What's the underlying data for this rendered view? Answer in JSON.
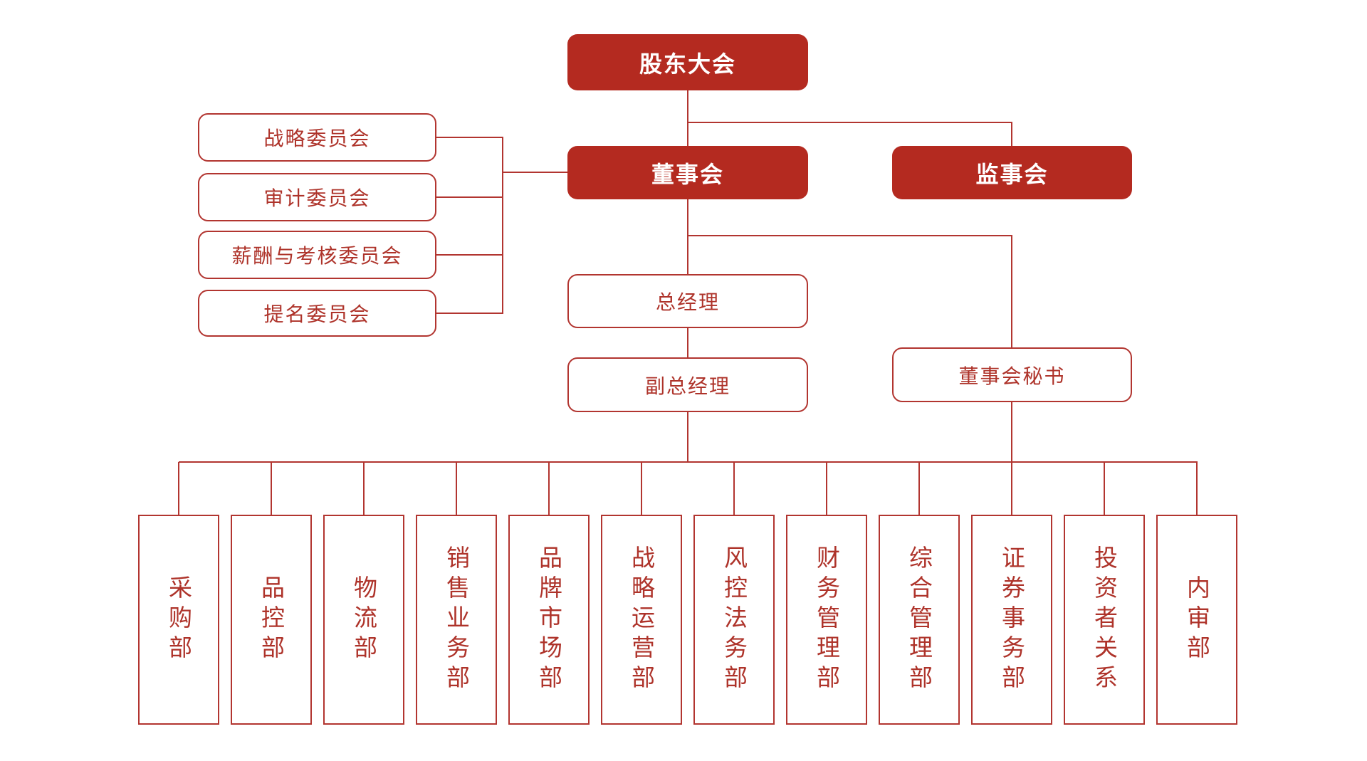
{
  "colors": {
    "node_fill_red": "#b42a20",
    "line_red": "#b23530",
    "text_red": "#ae332a",
    "text_white": "#ffffff",
    "background": "#ffffff"
  },
  "org": {
    "shareholders": "股东大会",
    "board": "董事会",
    "supervisory": "监事会",
    "committees": [
      "战略委员会",
      "审计委员会",
      "薪酬与考核委员会",
      "提名委员会"
    ],
    "general_manager": "总经理",
    "deputy_general_manager": "副总经理",
    "board_secretary": "董事会秘书",
    "departments": [
      "采购部",
      "品控部",
      "物流部",
      "销售业务部",
      "品牌市场部",
      "战略运营部",
      "风控法务部",
      "财务管理部",
      "综合管理部",
      "证券事务部",
      "投资者关系",
      "内审部"
    ]
  }
}
